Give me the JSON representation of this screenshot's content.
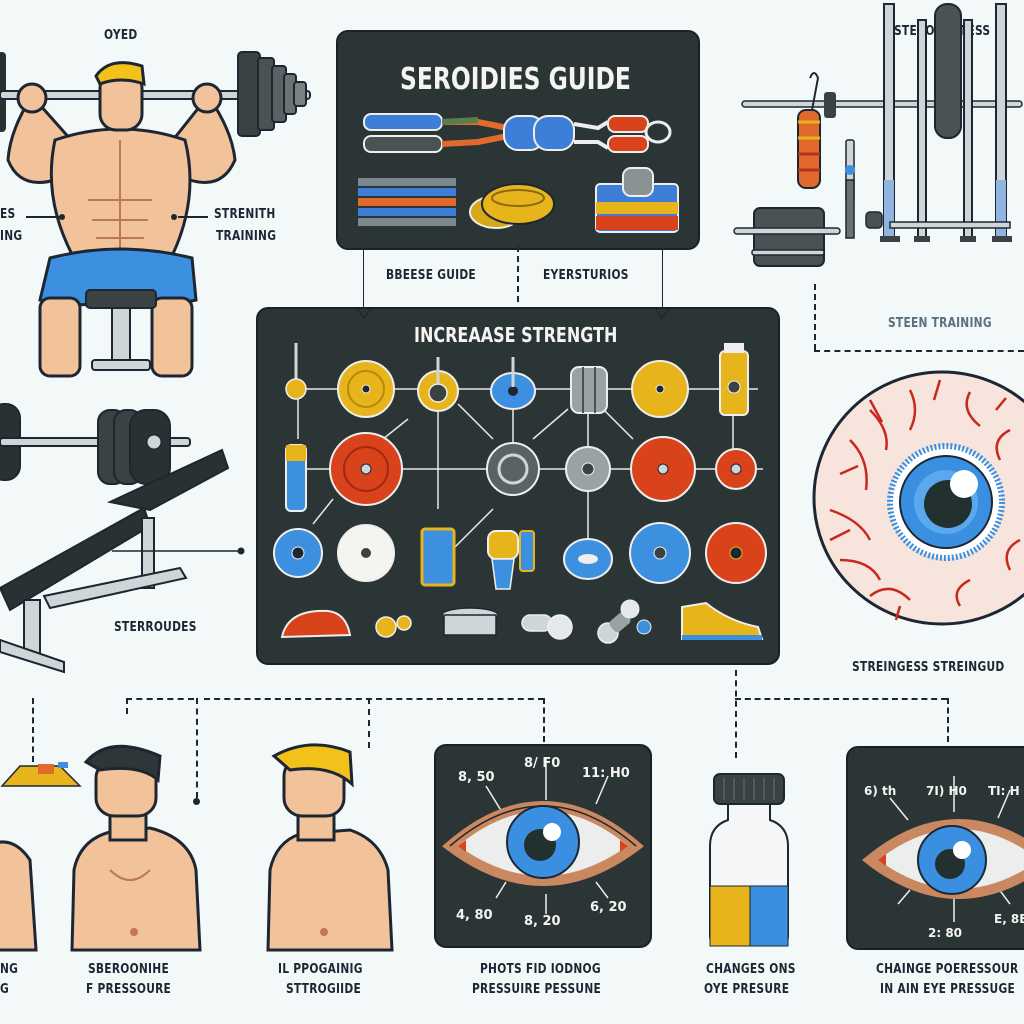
{
  "top_left": {
    "caption_top": "OYED",
    "caption_left_line1": "ES",
    "caption_left_line2": "ING",
    "caption_right_line1": "STRENITH",
    "caption_right_line2": "TRAINING"
  },
  "guide_panel": {
    "title": "SEROIDIES GUIDE",
    "sublabel_left": "BBEESE GUIDE",
    "sublabel_right": "EYERSTURIOS"
  },
  "top_right": {
    "caption_top": "STEROBUSTESS",
    "caption_bottom": "STEEN TRAINING"
  },
  "strength_panel": {
    "title": "INCREAASE STRENGTH",
    "row1": [
      "syringe",
      "yellow-plate",
      "yellow-dial",
      "blue-plate",
      "plate-stack",
      "yellow-plate",
      "yellow-bottle"
    ],
    "row2": [
      "blue-vial",
      "red-plate",
      "steel-hub",
      "grey-plate",
      "red-plate",
      "red-small-plate"
    ],
    "row3": [
      "blue-plate",
      "white-plate",
      "supplement-tub",
      "supplement-jars",
      "blue-ring",
      "blue-plate",
      "red-plate"
    ],
    "row4": [
      "red-shoe",
      "gold-dumbbell",
      "plate-stack",
      "steel-dumbbell",
      "dumbbell",
      "yellow-shoe"
    ]
  },
  "bench": {
    "caption": "STERROUDES"
  },
  "big_eye": {
    "caption": "STREINGESS STREINGUD"
  },
  "eye_panel_1": {
    "labels": [
      "8, 50",
      "8/ F0",
      "11: H0",
      "4, 80",
      "8, 20",
      "6, 20"
    ]
  },
  "eye_panel_2": {
    "labels": [
      "6) th",
      "7I) H0",
      "TI: H",
      "2: 80",
      "E, 8B"
    ]
  },
  "bottom_captions": {
    "c0_line1": "NG",
    "c0_line2": "G",
    "c1_line1": "SBEROONIHE",
    "c1_line2": "F PRESSOURE",
    "c2_line1": "IL PPOGAINIG",
    "c2_line2": "STTROGIIDE",
    "c3_line1": "PHOTS FID IODNOG",
    "c3_line2": "PRESSUIRE PESSUNE",
    "c4_line1": "CHANGES ONS",
    "c4_line2": "OYE PRESURE",
    "c5_line1": "CHAINGE POERESSOUR",
    "c5_line2": "IN AIN EYE PRESSUGE"
  },
  "colors": {
    "panel_bg": "#2c3536",
    "skin": "#f2c29b",
    "hair_blond": "#f2c21a",
    "shorts_blue": "#3d8fe0",
    "iris_blue": "#3b8fe0",
    "plate_red": "#d9431c",
    "plate_yellow": "#e8b41c",
    "vein_red": "#c8281e"
  }
}
